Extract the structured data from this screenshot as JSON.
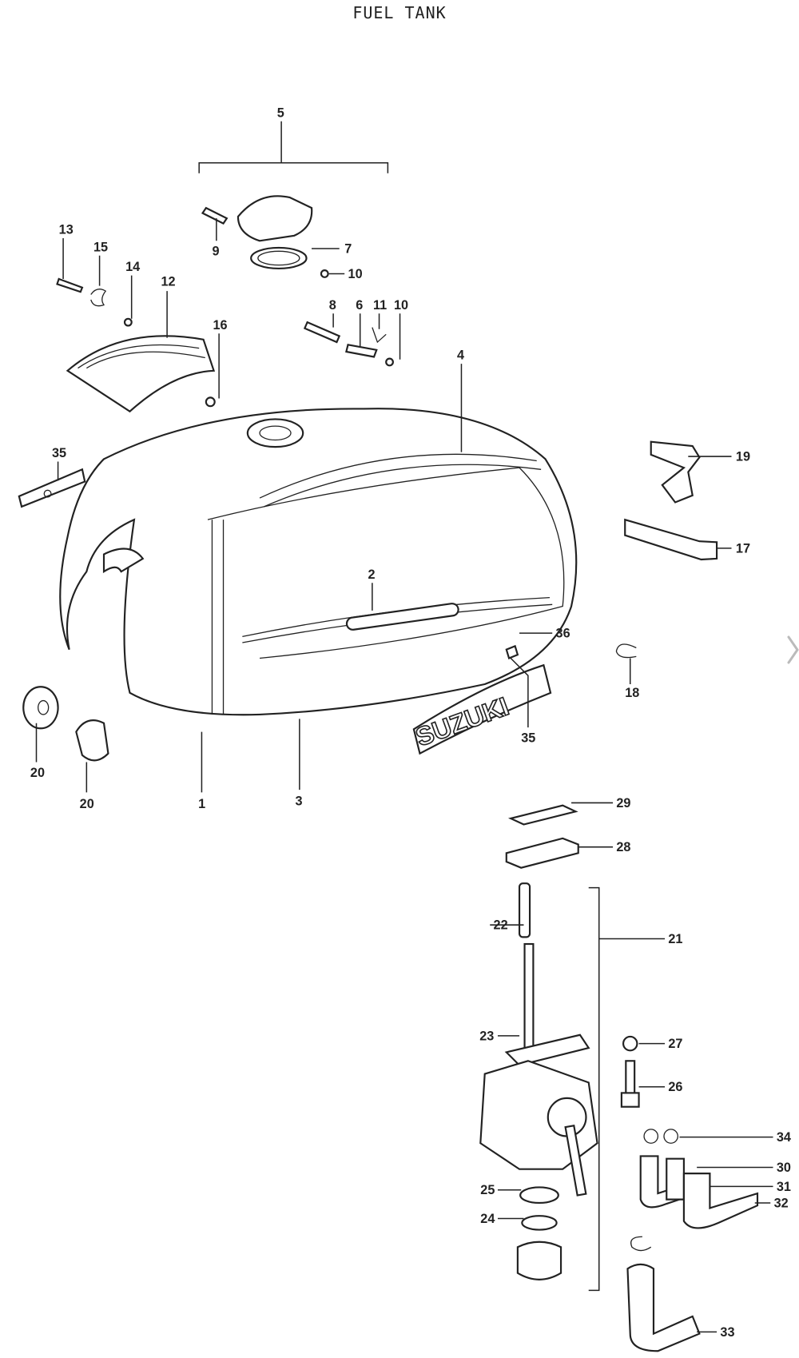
{
  "title": "FUEL TANK",
  "logo_text": "SUZUKI",
  "callouts": [
    "5",
    "9",
    "7",
    "10",
    "13",
    "15",
    "14",
    "12",
    "16",
    "8",
    "6",
    "11",
    "10",
    "4",
    "35",
    "19",
    "17",
    "2",
    "36",
    "18",
    "35",
    "20",
    "20",
    "1",
    "3",
    "29",
    "28",
    "22",
    "21",
    "23",
    "27",
    "26",
    "34",
    "30",
    "31",
    "32",
    "25",
    "24",
    "33"
  ],
  "nav": {
    "next_icon": "chevron-right-icon"
  }
}
